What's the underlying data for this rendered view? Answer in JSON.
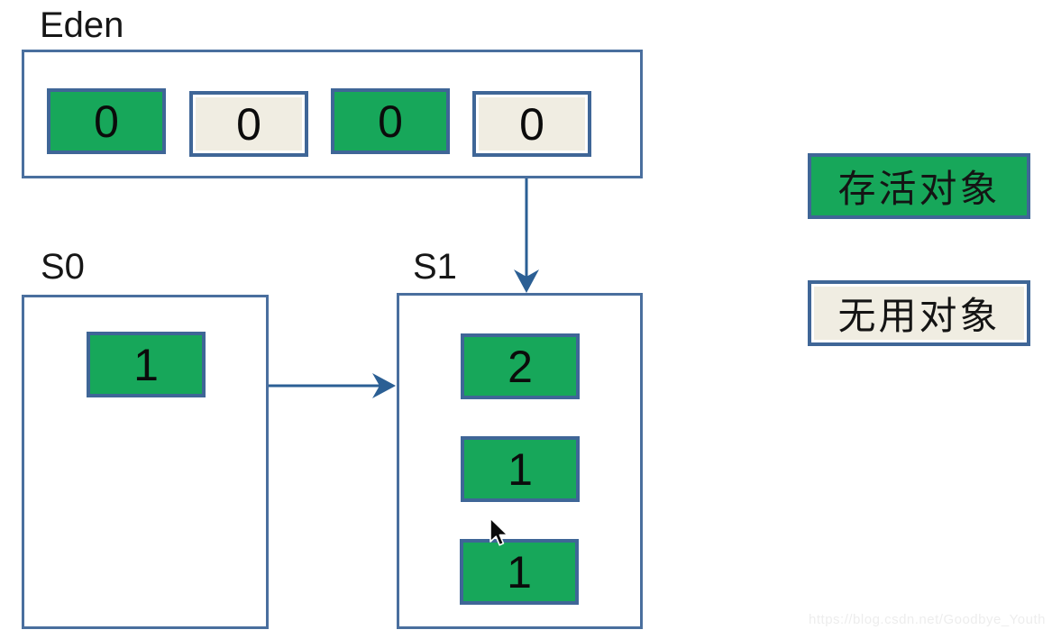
{
  "diagram": {
    "eden": {
      "label": "Eden",
      "cells": [
        {
          "value": "0",
          "status": "live"
        },
        {
          "value": "0",
          "status": "garbage"
        },
        {
          "value": "0",
          "status": "live"
        },
        {
          "value": "0",
          "status": "garbage"
        }
      ]
    },
    "s0": {
      "label": "S0",
      "cells": [
        {
          "value": "1",
          "status": "live"
        }
      ]
    },
    "s1": {
      "label": "S1",
      "cells": [
        {
          "value": "2",
          "status": "live"
        },
        {
          "value": "1",
          "status": "live"
        },
        {
          "value": "1",
          "status": "live"
        }
      ]
    },
    "arrows": [
      {
        "name": "eden-to-s1",
        "direction": "down"
      },
      {
        "name": "s0-to-s1",
        "direction": "right"
      }
    ]
  },
  "legend": {
    "live": {
      "label": "存活对象",
      "color": "#17a75a"
    },
    "garbage": {
      "label": "无用对象",
      "color": "#f0ede2"
    }
  },
  "colors": {
    "box_border": "#3f6697",
    "region_border": "#4a6f9e",
    "arrow": "#2b5f94",
    "live_fill": "#17a75a",
    "garbage_fill": "#f0ede2"
  },
  "watermark": "https://blog.csdn.net/Goodbye_Youth"
}
